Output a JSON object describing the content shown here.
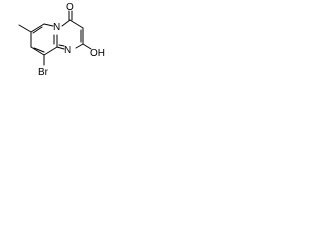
{
  "molecule": {
    "atom_labels": {
      "ring_n": "N",
      "ring_n_lower": "N",
      "carbonyl_o": "O",
      "bromo": "Br",
      "hydroxyl": "OH"
    }
  }
}
